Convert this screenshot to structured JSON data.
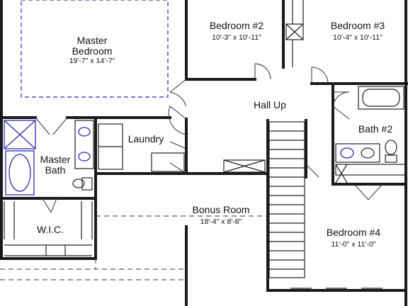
{
  "rooms": {
    "master_bedroom": {
      "name_line1": "Master",
      "name_line2": "Bedroom",
      "dims": "19'-7\" x 14'-7\""
    },
    "bedroom2": {
      "name": "Bedroom #2",
      "dims": "10'-3\" x 10'-11\""
    },
    "bedroom3": {
      "name": "Bedroom #3",
      "dims": "10'-4\" x 10'-11\""
    },
    "hall": {
      "name": "Hall Up"
    },
    "bath2": {
      "name": "Bath #2"
    },
    "laundry": {
      "name": "Laundry"
    },
    "master_bath": {
      "name_line1": "Master",
      "name_line2": "Bath"
    },
    "bonus_room": {
      "name": "Bonus Room",
      "dims": "18'-4\" x 8'-8\""
    },
    "bedroom4": {
      "name": "Bedroom #4",
      "dims": "11'-0\" x 11'-0\""
    },
    "wic": {
      "name": "W.I.C."
    }
  },
  "colors": {
    "walls": "#1a1a1a",
    "fixtures_blue": "#2b2bb0"
  }
}
